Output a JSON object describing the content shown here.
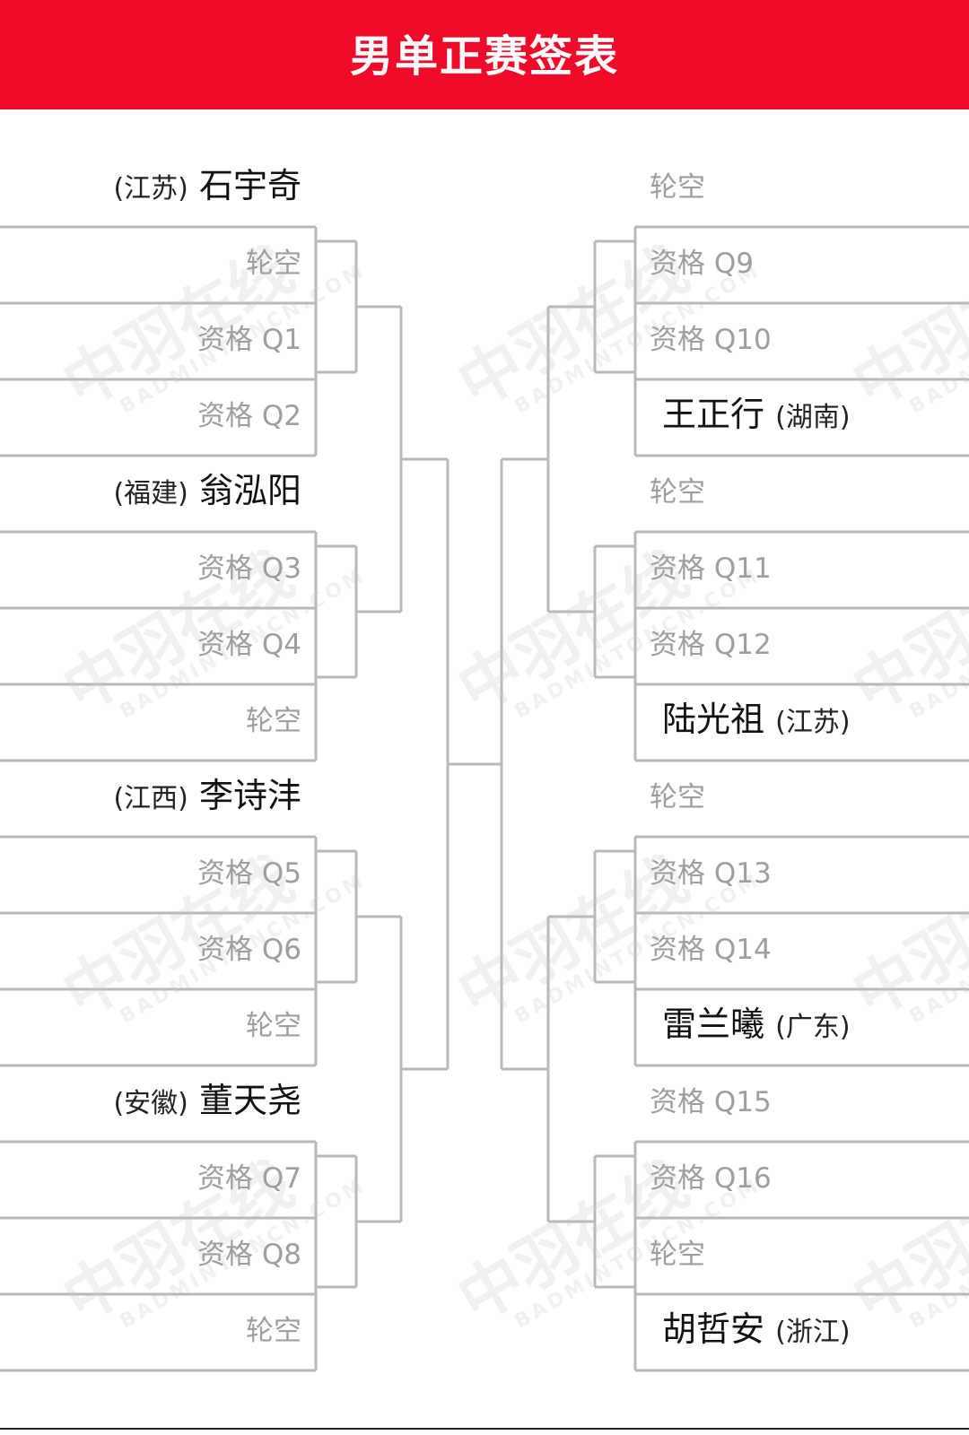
{
  "header": {
    "title": "男单正赛签表"
  },
  "watermark": {
    "text": "中羽在线",
    "sub": "BADMINTONCN.COM"
  },
  "left_draw": [
    {
      "type": "player",
      "name": "石宇奇",
      "province": "(江苏)"
    },
    {
      "type": "qual",
      "label": "轮空"
    },
    {
      "type": "qual",
      "label": "资格 Q1"
    },
    {
      "type": "qual",
      "label": "资格 Q2"
    },
    {
      "type": "player",
      "name": "翁泓阳",
      "province": "(福建)"
    },
    {
      "type": "qual",
      "label": "资格 Q3"
    },
    {
      "type": "qual",
      "label": "资格 Q4"
    },
    {
      "type": "qual",
      "label": "轮空"
    },
    {
      "type": "player",
      "name": "李诗沣",
      "province": "(江西)"
    },
    {
      "type": "qual",
      "label": "资格 Q5"
    },
    {
      "type": "qual",
      "label": "资格 Q6"
    },
    {
      "type": "qual",
      "label": "轮空"
    },
    {
      "type": "player",
      "name": "董天尧",
      "province": "(安徽)"
    },
    {
      "type": "qual",
      "label": "资格 Q7"
    },
    {
      "type": "qual",
      "label": "资格 Q8"
    },
    {
      "type": "qual",
      "label": "轮空"
    }
  ],
  "right_draw": [
    {
      "type": "qual",
      "label": "轮空"
    },
    {
      "type": "qual",
      "label": "资格 Q9"
    },
    {
      "type": "qual",
      "label": "资格 Q10"
    },
    {
      "type": "player",
      "name": "王正行",
      "province": "(湖南)"
    },
    {
      "type": "qual",
      "label": "轮空"
    },
    {
      "type": "qual",
      "label": "资格 Q11"
    },
    {
      "type": "qual",
      "label": "资格 Q12"
    },
    {
      "type": "player",
      "name": "陆光祖",
      "province": "(江苏)"
    },
    {
      "type": "qual",
      "label": "轮空"
    },
    {
      "type": "qual",
      "label": "资格 Q13"
    },
    {
      "type": "qual",
      "label": "资格 Q14"
    },
    {
      "type": "player",
      "name": "雷兰曦",
      "province": "(广东)"
    },
    {
      "type": "qual",
      "label": "资格 Q15"
    },
    {
      "type": "qual",
      "label": "资格 Q16"
    },
    {
      "type": "qual",
      "label": "轮空"
    },
    {
      "type": "player",
      "name": "胡哲安",
      "province": "(浙江)"
    }
  ],
  "colors": {
    "header": "#ee0a28",
    "line": "#b8b8b8",
    "qual_text": "#9e9e9e",
    "player_text": "#111111"
  }
}
